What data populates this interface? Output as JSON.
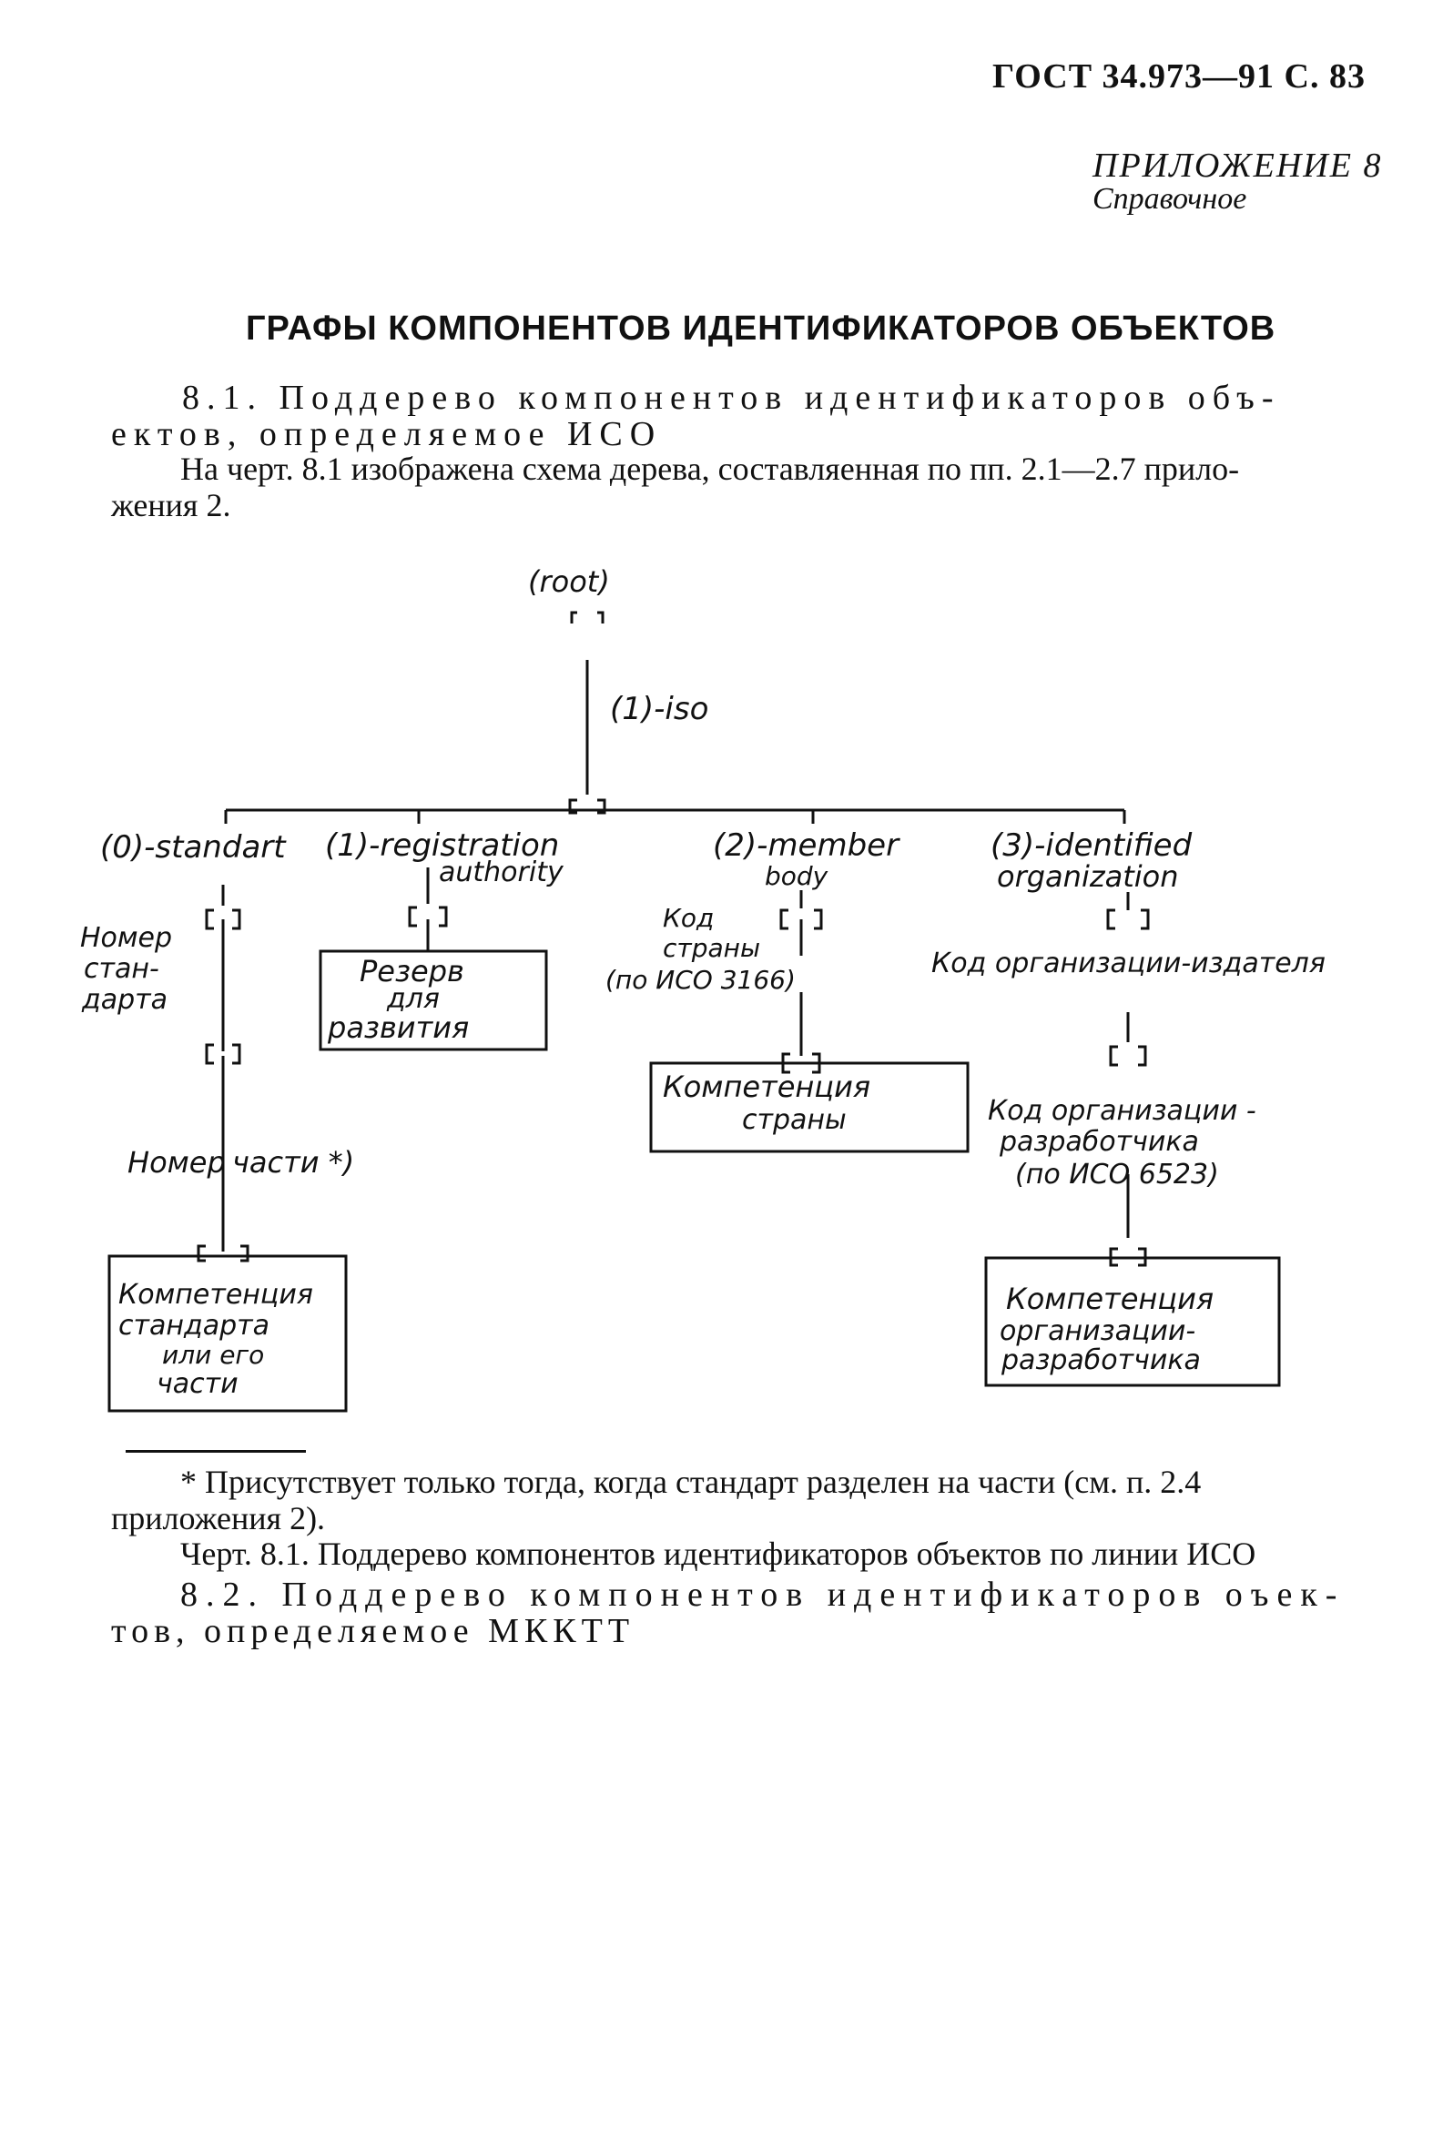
{
  "header": {
    "standard": "ГОСТ 34.973—91 С. 83"
  },
  "appendix": {
    "title": "ПРИЛОЖЕНИЕ 8",
    "kind": "Справочное"
  },
  "page_title": "ГРАФЫ КОМПОНЕНТОВ ИДЕНТИФИКАТОРОВ ОБЪЕКТОВ",
  "section1": {
    "heading_line1": "8.1. Поддерево компонентов идентификаторов объ-",
    "heading_line2": "ектов, определяемое ИСО",
    "para_line1": "На черт. 8.1 изображена схема дерева, составляенная по пп. 2.1—2.7 прило-",
    "para_line2": "жения 2."
  },
  "diagram": {
    "root": "(root)",
    "arc_iso": "(1)-iso",
    "branch_standard": "(0)-standart",
    "branch_registration_1": "(1)-registration",
    "branch_registration_2": "authority",
    "branch_member_1": "(2)-member",
    "branch_member_2": "body",
    "branch_identified_1": "(3)-identified",
    "branch_identified_2": "organization",
    "label_standard_number_1": "Номер",
    "label_standard_number_2": "стан-",
    "label_standard_number_3": "дарта",
    "box_reserve_1": "Резерв",
    "box_reserve_2": "для",
    "box_reserve_3": "развития",
    "label_country_1": "Код",
    "label_country_2": "страны",
    "label_country_3": "(по ИСО 3166)",
    "label_org_code": "Код организации-издателя",
    "box_country_1": "Компетенция",
    "box_country_2": "страны",
    "label_part_number_1": "Номер",
    "label_part_number_2": "части *)",
    "label_dev_code_1": "Код организации -",
    "label_dev_code_2": "разработчика",
    "label_dev_code_3": "(по ИСО 6523)",
    "box_standard_1": "Компетенция",
    "box_standard_2": "стандарта",
    "box_standard_3": "или его",
    "box_standard_4": "части",
    "box_dev_1": "Компетенция",
    "box_dev_2": "организации-",
    "box_dev_3": "разработчика"
  },
  "footnote": {
    "line1": "* Присутствует только тогда, когда стандарт разделен на части (см. п. 2.4",
    "line2": "приложения 2)."
  },
  "caption": "Черт. 8.1. Поддерево компонентов идентификаторов объектов по линии ИСО",
  "section2": {
    "heading_line1": "8.2. Поддерево компонентов идентификаторов оъек-",
    "heading_line2": "тов, определяемое МККТТ"
  }
}
